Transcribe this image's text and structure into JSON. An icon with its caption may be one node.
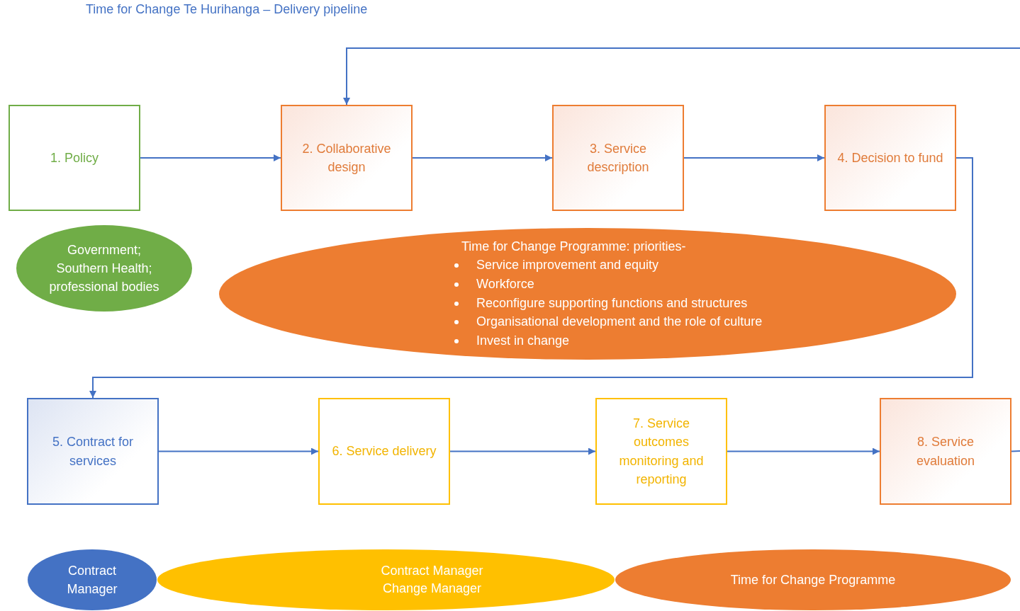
{
  "diagram": {
    "title": "Time for Change Te Hurihanga – Delivery pipeline",
    "nodes": [
      {
        "text": [
          "1. Policy"
        ]
      },
      {
        "text": [
          "2. Collaborative design"
        ]
      },
      {
        "text": [
          "3. Service description"
        ]
      },
      {
        "text": [
          "4. Decision to fund"
        ]
      },
      {
        "text": [
          "Government; Southern Health; professional bodies"
        ]
      },
      {
        "text": [
          "Time for Change Programme: priorities-",
          "Service improvement and equity",
          "Workforce",
          "Reconfigure supporting functions and structures",
          "Organisational development and the role of culture",
          "Invest in change"
        ]
      },
      {
        "text": [
          "5. Contract for services"
        ]
      },
      {
        "text": [
          "6. Service delivery"
        ]
      },
      {
        "text": [
          "7. Service outcomes monitoring and reporting"
        ]
      },
      {
        "text": [
          "8. Service evaluation"
        ]
      },
      {
        "text": [
          "Contract Manager"
        ]
      },
      {
        "text": [
          "Contract Manager",
          "Change Manager"
        ]
      },
      {
        "text": [
          "Time for Change Programme"
        ]
      }
    ],
    "edges": [
      {
        "from": 0,
        "to": 1,
        "arrow": "to"
      },
      {
        "from": 1,
        "to": 2,
        "arrow": "to"
      },
      {
        "from": 2,
        "to": 3,
        "arrow": "to"
      },
      {
        "from": 3,
        "to": 6,
        "arrow": "to"
      },
      {
        "from": 6,
        "to": 7,
        "arrow": "to"
      },
      {
        "from": 7,
        "to": 8,
        "arrow": "to"
      },
      {
        "from": 8,
        "to": 9,
        "arrow": "to"
      },
      {
        "from": 9,
        "to": null,
        "arrow": "none"
      },
      {
        "from": null,
        "to": 1,
        "arrow": "to"
      }
    ]
  }
}
